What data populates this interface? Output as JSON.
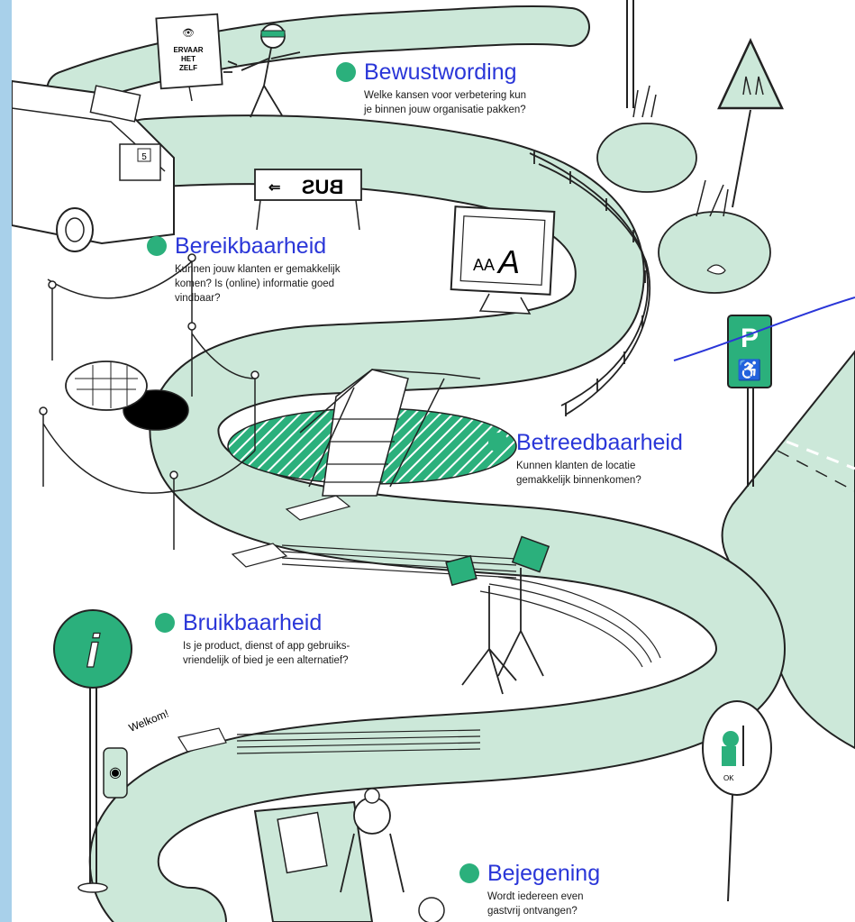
{
  "stages": [
    {
      "id": "bewustwording",
      "title": "Bewustwording",
      "description": "Welke kansen voor verbetering kun\nje binnen jouw organisatie pakken?"
    },
    {
      "id": "bereikbaarheid",
      "title": "Bereikbaarheid",
      "description": "Kunnen jouw klanten er gemakkelijk\nkomen? Is (online) informatie goed\nvindbaar?"
    },
    {
      "id": "betreedbaarheid",
      "title": "Betreedbaarheid",
      "description": "Kunnen klanten de locatie\ngemakkelijk binnenkomen?"
    },
    {
      "id": "bruikbaarheid",
      "title": "Bruikbaarheid",
      "description": "Is je product, dienst of app gebruiks-\nvriendelijk of bied je een alternatief?"
    },
    {
      "id": "bejegening",
      "title": "Bejegening",
      "description": "Wordt iedereen even\ngastvrij ontvangen?"
    }
  ],
  "signs": {
    "ervaar_line1": "ERVAAR",
    "ervaar_line2": "HET",
    "ervaar_line3": "ZELF",
    "bus_sign": "BUS",
    "bus_number": "5",
    "monitor_text": "AA",
    "monitor_big_letter": "A",
    "parking_letter": "P",
    "info_letter": "i",
    "welkom": "Welkom!",
    "guide_dog_sign": "OK"
  },
  "colors": {
    "path_fill": "#cce8d9",
    "accent_green": "#2bb07c",
    "title_blue": "#2a36d8",
    "frame": "#a8d0ea",
    "line": "#222222"
  }
}
